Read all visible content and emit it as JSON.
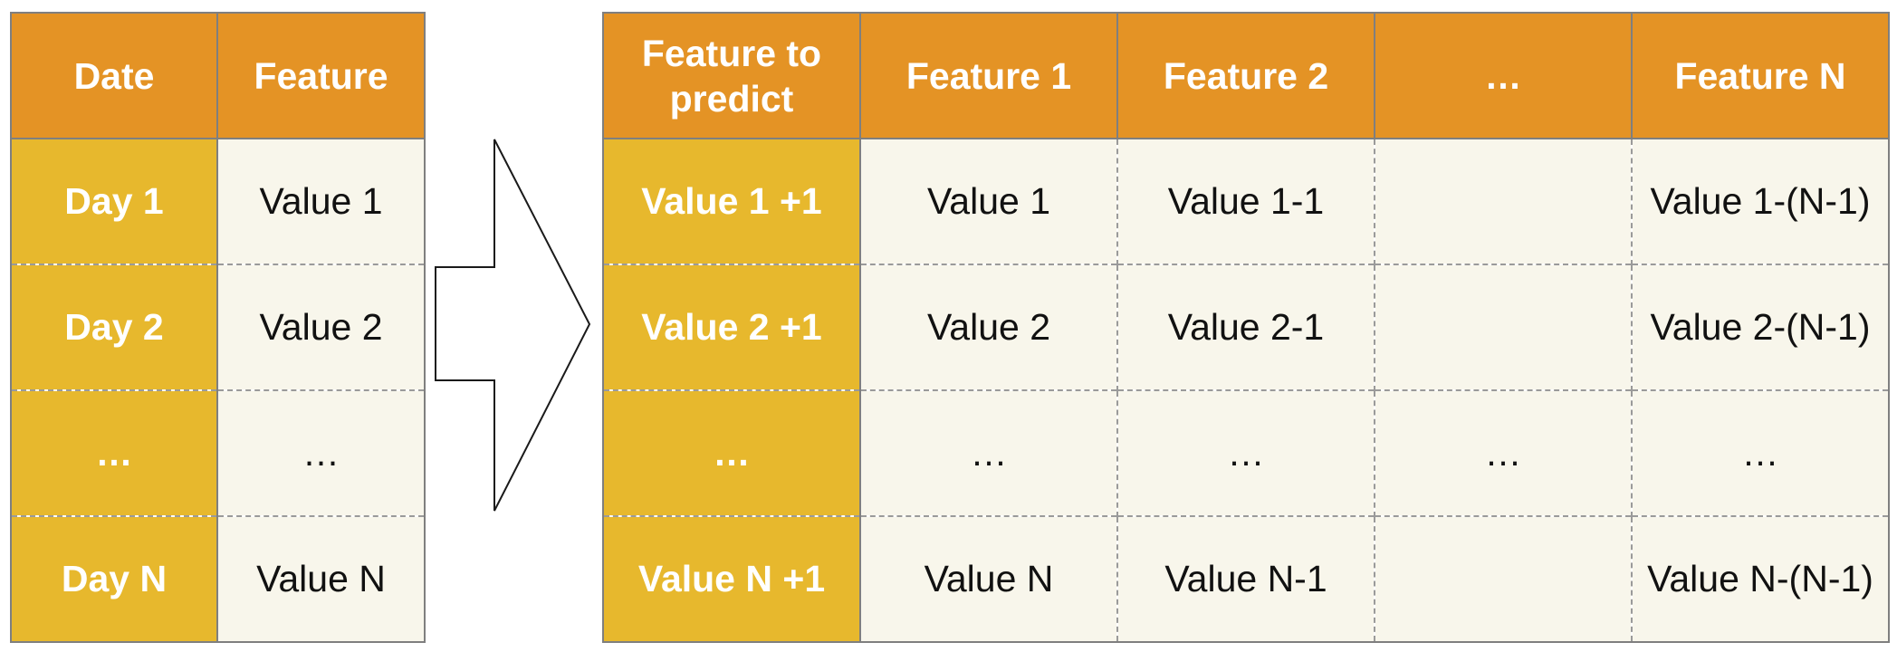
{
  "left_table": {
    "headers": [
      "Date",
      "Feature"
    ],
    "rows": [
      [
        "Day 1",
        "Value 1"
      ],
      [
        "Day 2",
        "Value 2"
      ],
      [
        "…",
        "…"
      ],
      [
        "Day N",
        "Value N"
      ]
    ]
  },
  "right_table": {
    "headers": [
      "Feature to predict",
      "Feature 1",
      "Feature 2",
      "…",
      "Feature N"
    ],
    "rows": [
      [
        "Value 1 +1",
        "Value 1",
        "Value 1-1",
        "",
        "Value 1-(N-1)"
      ],
      [
        "Value 2 +1",
        "Value 2",
        "Value 2-1",
        "",
        "Value 2-(N-1)"
      ],
      [
        "…",
        "…",
        "…",
        "…",
        "…"
      ],
      [
        "Value N +1",
        "Value N",
        "Value N-1",
        "",
        "Value N-(N-1)"
      ]
    ]
  },
  "colors": {
    "header_orange": "#E49325",
    "key_yellow": "#E7B82D",
    "cell_cream": "#F8F6EB"
  },
  "icons": {
    "transform_arrow": "right-arrow-icon"
  }
}
